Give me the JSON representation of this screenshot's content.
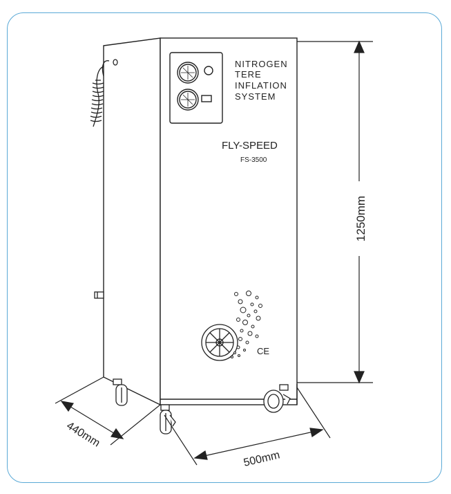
{
  "panel": {
    "title_lines": [
      "NITROGEN",
      "TERE",
      "INFLATION",
      "SYSTEM"
    ],
    "brand": "FLY-SPEED",
    "model": "FS-3500"
  },
  "dimensions": {
    "height": "1250mm",
    "depth": "440mm",
    "width": "500mm"
  },
  "marks": {
    "ce": "CE"
  },
  "colors": {
    "frame": "#5aa9d6",
    "line": "#222222"
  }
}
